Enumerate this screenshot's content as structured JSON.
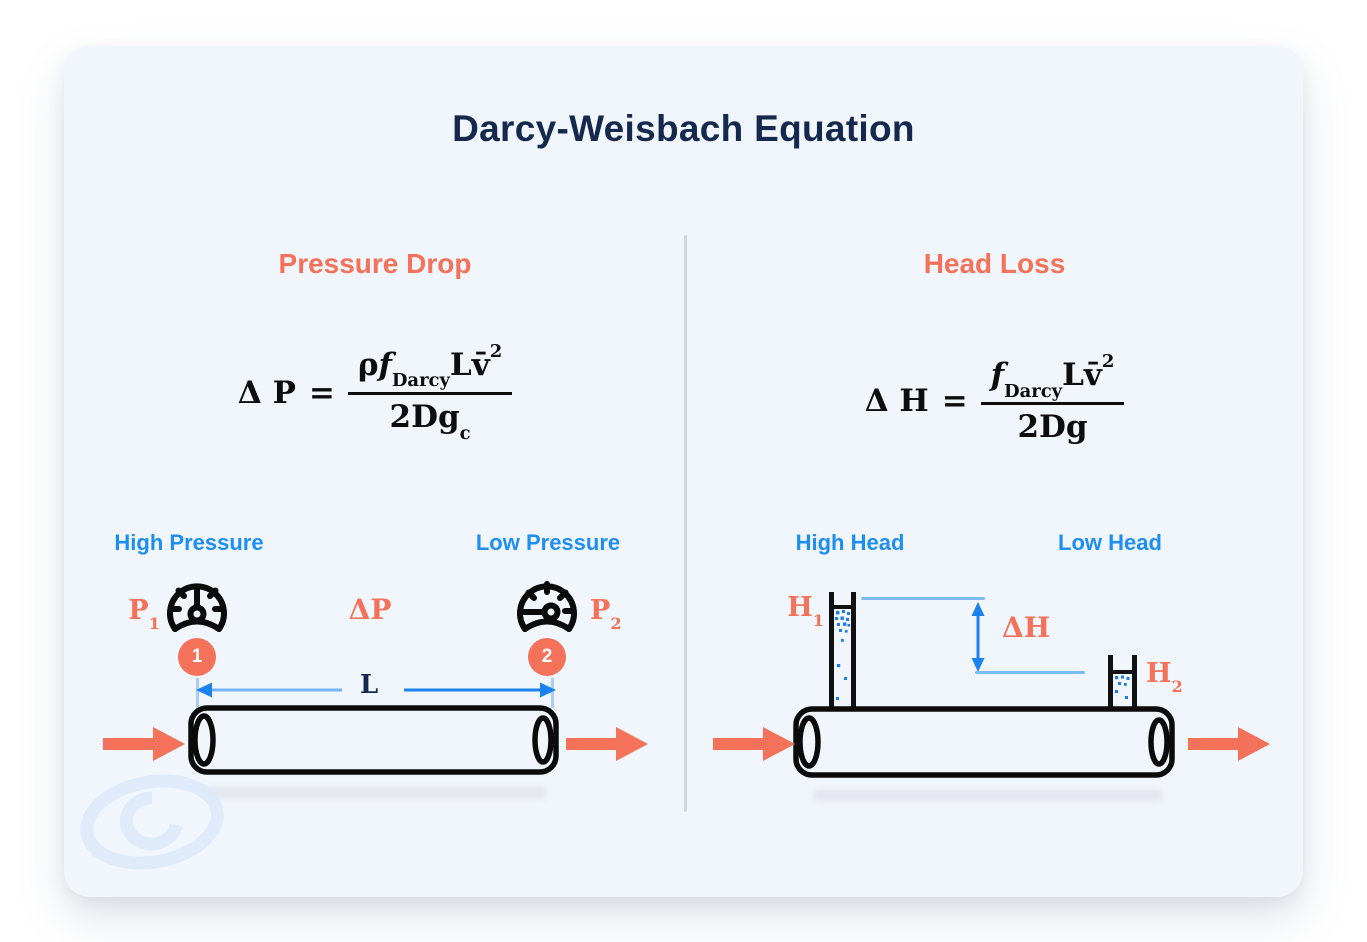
{
  "title": "Darcy-Weisbach Equation",
  "colors": {
    "navy": "#14294D",
    "coral": "#F4715A",
    "label_blue": "#1E8EF1",
    "light_blue": "#7FBBF3",
    "mid_blue": "#1C82EE",
    "card_bg": "#F1F6FC"
  },
  "icons": {
    "gauge_high": "gauge-needle-up-icon",
    "gauge_low": "gauge-needle-left-icon",
    "flow_arrow": "flow-arrow-right-icon",
    "watermark": "swirl-logo-icon"
  },
  "pressure_panel": {
    "heading": "Pressure Drop",
    "equation": {
      "lhs": "Δ P",
      "eq": "=",
      "rho": "ρ",
      "f": "f",
      "f_sub": "Darcy",
      "num_tail": "Lv̄",
      "exponent": "2",
      "den": "2Dg",
      "den_sub": "c"
    },
    "high_label": "High Pressure",
    "low_label": "Low Pressure",
    "gauge1": {
      "label": "P",
      "sub": "1",
      "marker": "1"
    },
    "gauge2": {
      "label": "P",
      "sub": "2",
      "marker": "2"
    },
    "delta_label": "ΔP",
    "length_label": "L"
  },
  "head_panel": {
    "heading": "Head Loss",
    "equation": {
      "lhs": "Δ H",
      "eq": "=",
      "f": "f",
      "f_sub": "Darcy",
      "num_tail": "Lv̄",
      "exponent": "2",
      "den": "2Dg"
    },
    "high_label": "High Head",
    "low_label": "Low Head",
    "h1": {
      "label": "H",
      "sub": "1"
    },
    "h2": {
      "label": "H",
      "sub": "2"
    },
    "delta_label": "ΔH"
  }
}
